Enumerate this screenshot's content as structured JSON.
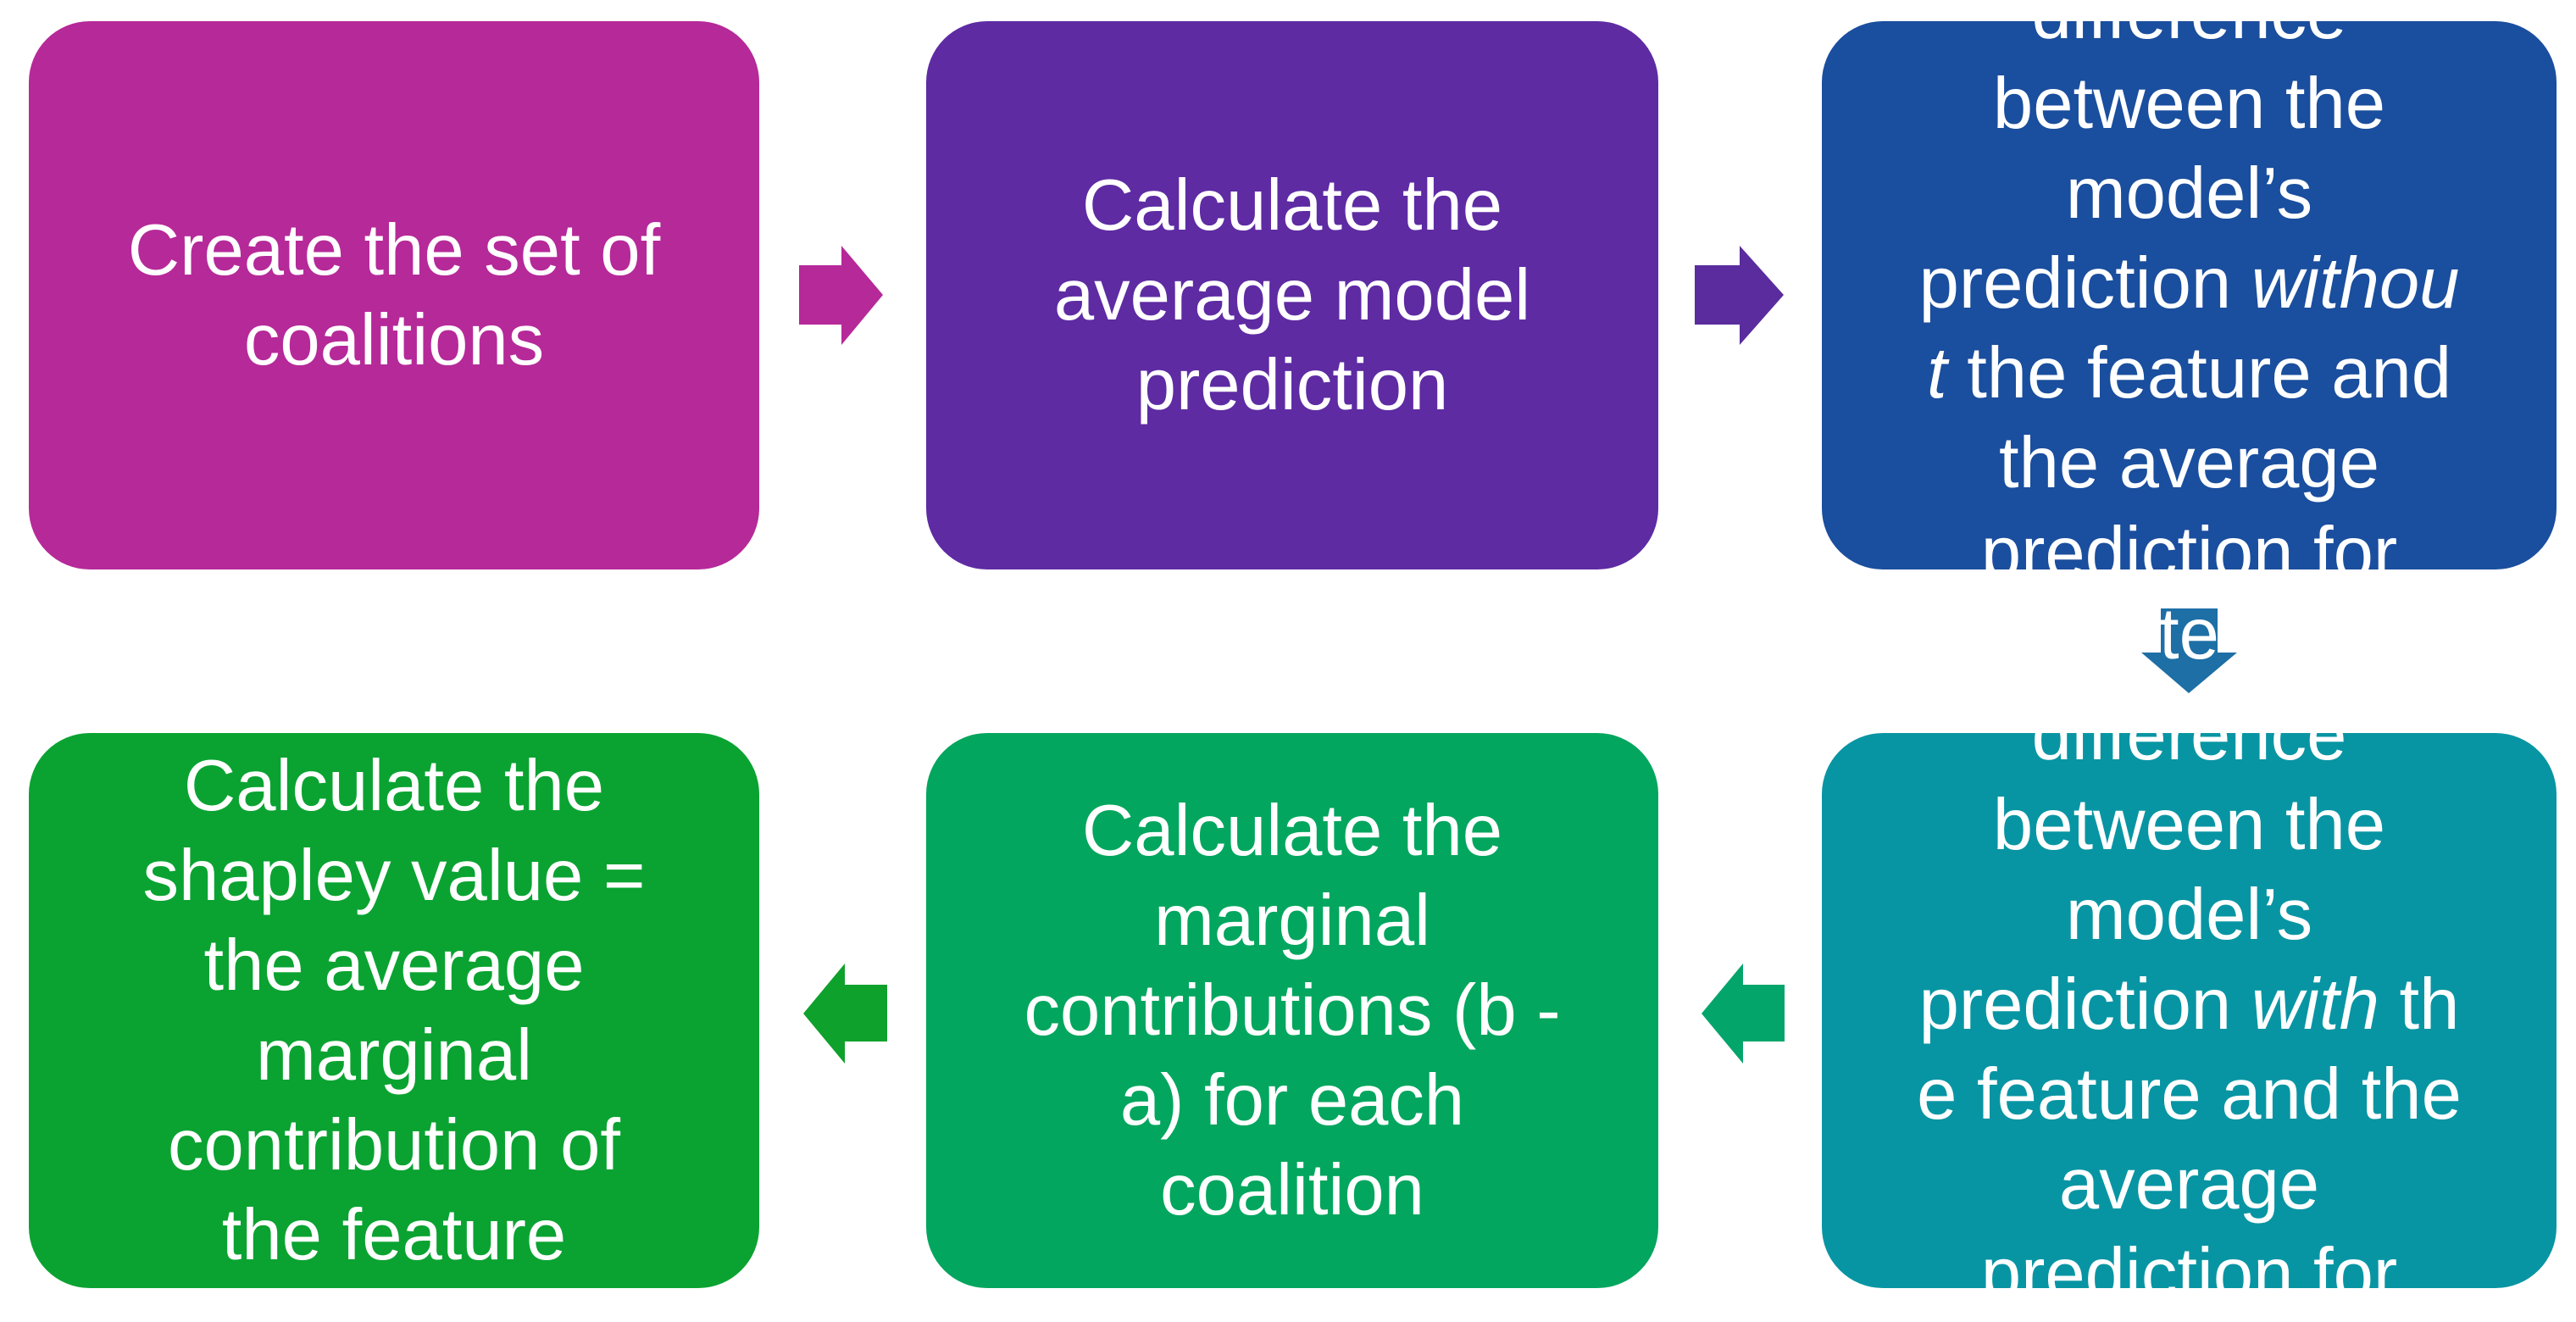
{
  "colors": {
    "background": "#FFFFFF",
    "text": "#FFFFFF",
    "magenta": "#B62999",
    "purple": "#5E2BA3",
    "purple_arrow": "#5A2C9E",
    "blue": "#1A4E9E",
    "blue_arrow": "#1D6FA6",
    "teal": "#0895A3",
    "emerald": "#04A56B",
    "jade": "#03A65E",
    "kelly": "#0EA12C",
    "green": "#0AA331"
  },
  "flowchart": {
    "steps": [
      {
        "id": 1,
        "name": "create-coalitions",
        "visible_text": "Create the set of coalitions",
        "lines": [
          [
            {
              "t": "Create the set of"
            }
          ],
          [
            {
              "t": "coalitions"
            }
          ]
        ]
      },
      {
        "id": 2,
        "name": "average-model-prediction",
        "visible_text": "Calculate the average model prediction",
        "lines": [
          [
            {
              "t": "Calculate the"
            }
          ],
          [
            {
              "t": "average model"
            }
          ],
          [
            {
              "t": "prediction"
            }
          ]
        ]
      },
      {
        "id": 3,
        "name": "difference-without-feature",
        "visible_text": "difference between the model’s prediction withou t the feature and the average prediction for",
        "text_clipped_top_and_bottom": true,
        "lines": [
          [
            {
              "t": "difference"
            }
          ],
          [
            {
              "t": "between the"
            }
          ],
          [
            {
              "t": "model’s"
            }
          ],
          [
            {
              "t": "prediction "
            },
            {
              "t": "withou",
              "i": true
            }
          ],
          [
            {
              "t": "t",
              "i": true
            },
            {
              "t": " the feature and"
            }
          ],
          [
            {
              "t": "the average"
            }
          ],
          [
            {
              "t": "prediction for"
            }
          ]
        ]
      },
      {
        "id": 4,
        "name": "difference-with-feature",
        "visible_text": "difference between the model’s prediction with th e feature and the average prediction for",
        "text_clipped_top_and_bottom": true,
        "lines": [
          [
            {
              "t": "difference"
            }
          ],
          [
            {
              "t": "between the"
            }
          ],
          [
            {
              "t": "model’s"
            }
          ],
          [
            {
              "t": "prediction "
            },
            {
              "t": "with",
              "i": true
            },
            {
              "t": " th"
            }
          ],
          [
            {
              "t": "e feature and the"
            }
          ],
          [
            {
              "t": "average"
            }
          ],
          [
            {
              "t": "prediction for"
            }
          ]
        ]
      },
      {
        "id": 5,
        "name": "marginal-contributions",
        "visible_text": "Calculate the marginal contributions (b - a) for each coalition",
        "lines": [
          [
            {
              "t": "Calculate the"
            }
          ],
          [
            {
              "t": "marginal"
            }
          ],
          [
            {
              "t": "contributions (b -"
            }
          ],
          [
            {
              "t": "a) for each"
            }
          ],
          [
            {
              "t": "coalition"
            }
          ]
        ]
      },
      {
        "id": 6,
        "name": "shapley-value",
        "visible_text": "Calculate the shapley value = the average marginal contribution of the feature",
        "lines": [
          [
            {
              "t": "Calculate the"
            }
          ],
          [
            {
              "t": "shapley value ="
            }
          ],
          [
            {
              "t": "the average"
            }
          ],
          [
            {
              "t": "marginal"
            }
          ],
          [
            {
              "t": "contribution of"
            }
          ],
          [
            {
              "t": "the feature"
            }
          ]
        ]
      }
    ],
    "arrows": [
      {
        "from": 1,
        "to": 2,
        "direction": "right"
      },
      {
        "from": 2,
        "to": 3,
        "direction": "right"
      },
      {
        "from": 3,
        "to": 4,
        "direction": "down"
      },
      {
        "from": 4,
        "to": 5,
        "direction": "left"
      },
      {
        "from": 5,
        "to": 6,
        "direction": "left"
      }
    ],
    "overflow_fragment": {
      "text": "te"
    }
  }
}
